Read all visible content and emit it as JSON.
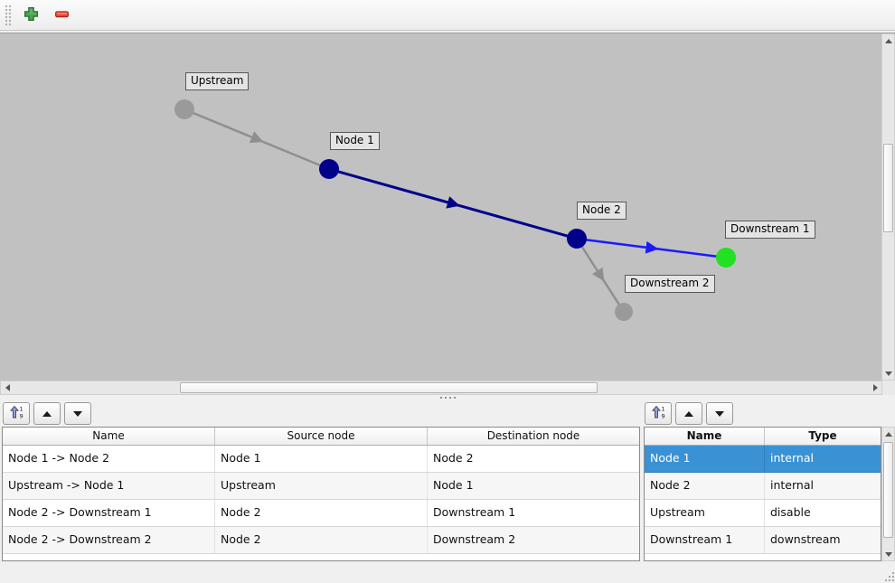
{
  "toolbar": {
    "add_button": {
      "icon": "plus-icon",
      "color": "#4aa552"
    },
    "remove_button": {
      "icon": "minus-icon",
      "color": "#ee4333"
    }
  },
  "graph": {
    "background_color": "#c1c1c1",
    "nodes": [
      {
        "label": "Upstream",
        "color": "#9a9a9a"
      },
      {
        "label": "Node 1",
        "color": "#00008b"
      },
      {
        "label": "Node 2",
        "color": "#00008b"
      },
      {
        "label": "Downstream 1",
        "color": "#22e022"
      },
      {
        "label": "Downstream 2",
        "color": "#9a9a9a"
      }
    ],
    "edges": [
      {
        "name": "Upstream -> Node 1",
        "color": "#8f8f8f"
      },
      {
        "name": "Node 1 -> Node 2",
        "color": "#00008b"
      },
      {
        "name": "Node 2 -> Downstream 1",
        "color": "#1a1aff"
      },
      {
        "name": "Node 2 -> Downstream 2",
        "color": "#8f8f8f"
      }
    ]
  },
  "pane_toolbar": {
    "sort_icon": "sort-ascending-icon",
    "up_icon": "move-up-icon",
    "down_icon": "move-down-icon"
  },
  "edge_table": {
    "headers": [
      "Name",
      "Source node",
      "Destination node"
    ],
    "rows": [
      [
        "Node 1 -> Node 2",
        "Node 1",
        "Node 2"
      ],
      [
        "Upstream -> Node 1",
        "Upstream",
        "Node 1"
      ],
      [
        "Node 2 -> Downstream 1",
        "Node 2",
        "Downstream 1"
      ],
      [
        "Node 2 -> Downstream 2",
        "Node 2",
        "Downstream 2"
      ]
    ]
  },
  "node_table": {
    "headers": [
      "Name",
      "Type"
    ],
    "rows": [
      [
        "Node 1",
        "internal"
      ],
      [
        "Node 2",
        "internal"
      ],
      [
        "Upstream",
        "disable"
      ],
      [
        "Downstream 1",
        "downstream"
      ]
    ],
    "selected_row": "Node 1",
    "selection_color": "#3a92d4"
  }
}
